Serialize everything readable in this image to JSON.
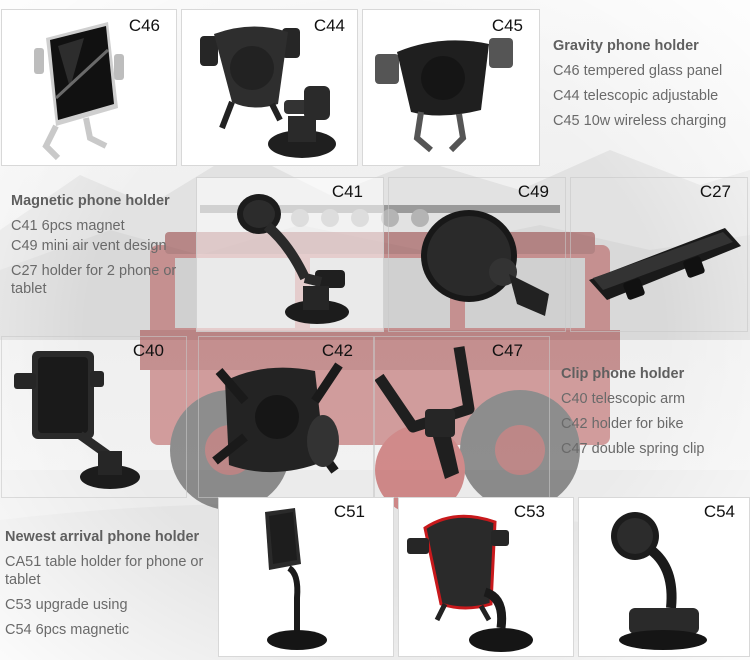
{
  "colors": {
    "accent_red": "#c8191c",
    "text_gray": "#6a6a6a",
    "heading_gray": "#5f5f5f",
    "product_black": "#1a1a1a"
  },
  "products": [
    {
      "code": "C46",
      "icon": "gravity-glass-holder"
    },
    {
      "code": "C44",
      "icon": "gravity-suction-holder"
    },
    {
      "code": "C45",
      "icon": "wireless-charging-holder"
    },
    {
      "code": "C41",
      "icon": "magnetic-arm-holder"
    },
    {
      "code": "C49",
      "icon": "magnetic-vent-holder"
    },
    {
      "code": "C27",
      "icon": "dual-phone-bar-holder"
    },
    {
      "code": "C40",
      "icon": "telescopic-clip-holder"
    },
    {
      "code": "C42",
      "icon": "bike-holder"
    },
    {
      "code": "C47",
      "icon": "spring-clip-vent-holder"
    },
    {
      "code": "C51",
      "icon": "desk-stand-holder"
    },
    {
      "code": "C53",
      "icon": "red-trim-suction-holder"
    },
    {
      "code": "C54",
      "icon": "magnetic-suction-holder"
    }
  ],
  "groups": {
    "gravity": {
      "heading": "Gravity phone holder",
      "lines": [
        "C46 tempered glass panel",
        "C44 telescopic adjustable",
        "C45 10w wireless charging"
      ]
    },
    "magnetic": {
      "heading": "Magnetic phone holder",
      "lines": [
        "C41 6pcs magnet",
        "C49 mini air vent design",
        "C27 holder for 2 phone or tablet"
      ]
    },
    "clip": {
      "heading": "Clip phone holder",
      "lines": [
        "C40 telescopic arm",
        "C42 holder for bike",
        "C47 double spring clip"
      ]
    },
    "newest": {
      "heading": "Newest arrival phone holder",
      "lines": [
        "CA51 table holder for phone or tablet",
        "C53 upgrade using",
        "C54 6pcs magnetic"
      ]
    }
  }
}
